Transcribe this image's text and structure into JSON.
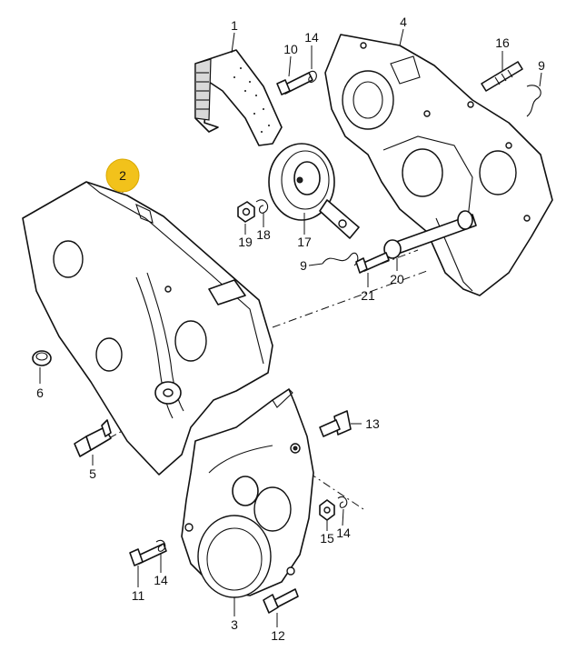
{
  "highlight_color": "#f2c21b",
  "callouts": {
    "c1": "1",
    "c2": "2",
    "c3": "3",
    "c4": "4",
    "c5": "5",
    "c6": "6",
    "c9a": "9",
    "c9b": "9",
    "c10": "10",
    "c11": "11",
    "c12": "12",
    "c13": "13",
    "c14a": "14",
    "c14b": "14",
    "c14c": "14",
    "c15": "15",
    "c16": "16",
    "c17": "17",
    "c18": "18",
    "c19": "19",
    "c20": "20",
    "c21": "21"
  }
}
